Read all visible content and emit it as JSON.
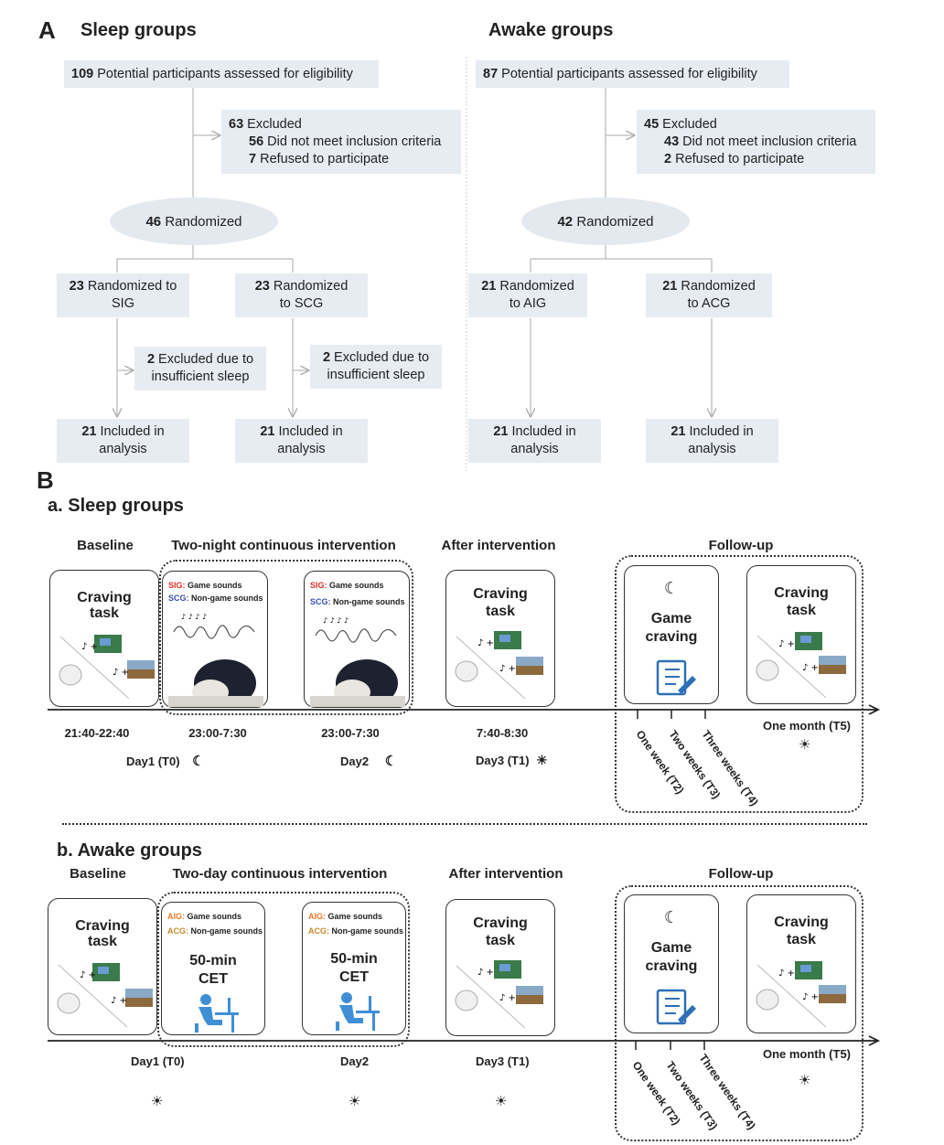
{
  "panel_a": {
    "letter": "A",
    "sleep": {
      "title": "Sleep groups",
      "assessed_n": "109",
      "assessed_text": "Potential participants assessed for eligibility",
      "excluded_n": "63",
      "excluded_text": "Excluded",
      "not_meet_n": "56",
      "not_meet_text": "Did not meet inclusion criteria",
      "refused_n": "7",
      "refused_text": "Refused to participate",
      "randomized_n": "46",
      "randomized_text": "Randomized",
      "arm1_n": "23",
      "arm1_l1": "Randomized to",
      "arm1_l2": "SIG",
      "arm2_n": "23",
      "arm2_l1": "Randomized",
      "arm2_l2": "to SCG",
      "ex1_n": "2",
      "ex1_l1": "Excluded due to",
      "ex1_l2": "insufficient sleep",
      "ex2_n": "2",
      "ex2_l1": "Excluded due to",
      "ex2_l2": "insufficient sleep",
      "inc1_n": "21",
      "inc1_l1": "Included in",
      "inc1_l2": "analysis",
      "inc2_n": "21",
      "inc2_l1": "Included in",
      "inc2_l2": "analysis"
    },
    "awake": {
      "title": "Awake groups",
      "assessed_n": "87",
      "assessed_text": "Potential participants assessed for eligibility",
      "excluded_n": "45",
      "excluded_text": "Excluded",
      "not_meet_n": "43",
      "not_meet_text": "Did not meet inclusion criteria",
      "refused_n": "2",
      "refused_text": "Refused to participate",
      "randomized_n": "42",
      "randomized_text": "Randomized",
      "arm1_n": "21",
      "arm1_l1": "Randomized",
      "arm1_l2": "to AIG",
      "arm2_n": "21",
      "arm2_l1": "Randomized",
      "arm2_l2": "to ACG",
      "inc1_n": "21",
      "inc1_l1": "Included in",
      "inc1_l2": "analysis",
      "inc2_n": "21",
      "inc2_l1": "Included in",
      "inc2_l2": "analysis"
    }
  },
  "panel_b": {
    "letter": "B",
    "sleep": {
      "title": "a.  Sleep groups",
      "phase_baseline": "Baseline",
      "phase_intervention": "Two-night continuous intervention",
      "phase_after": "After intervention",
      "phase_follow": "Follow-up",
      "craving_l1": "Craving",
      "craving_l2": "task",
      "game_craving_l1": "Game",
      "game_craving_l2": "craving",
      "sig_label": "SIG:",
      "sig_text": "Game sounds",
      "scg_label": "SCG:",
      "scg_text": "Non-game sounds",
      "time1": "21:40-22:40",
      "time2": "23:00-7:30",
      "time3": "23:00-7:30",
      "time4": "7:40-8:30",
      "day1": "Day1 (T0)",
      "day2": "Day2",
      "day3": "Day3 (T1)",
      "week1": "One week (T2)",
      "week2": "Two weeks (T3)",
      "week3": "Three weeks (T4)",
      "month": "One month (T5)"
    },
    "awake": {
      "title": "b. Awake groups",
      "phase_baseline": "Baseline",
      "phase_intervention": "Two-day continuous intervention",
      "phase_after": "After intervention",
      "phase_follow": "Follow-up",
      "craving_l1": "Craving",
      "craving_l2": "task",
      "game_craving_l1": "Game",
      "game_craving_l2": "craving",
      "aig_label": "AIG:",
      "aig_text": "Game sounds",
      "acg_label": "ACG:",
      "acg_text": "Non-game sounds",
      "cet_l1": "50-min",
      "cet_l2": "CET",
      "day1": "Day1 (T0)",
      "day2": "Day2",
      "day3": "Day3 (T1)",
      "week1": "One week (T2)",
      "week2": "Two weeks (T3)",
      "week3": "Three weeks (T4)",
      "month": "One month (T5)"
    }
  },
  "colors": {
    "box": "#e7ebf2",
    "sig": "#d9302c",
    "scg": "#3a4fb0",
    "aig": "#e8792b",
    "acg": "#c98a2b",
    "person": "#3f8fd6"
  }
}
